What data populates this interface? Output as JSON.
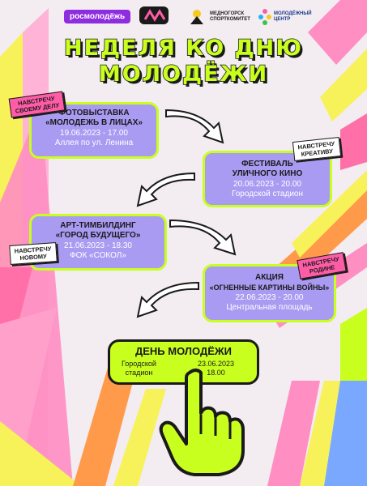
{
  "logos": {
    "rosmolodezh": "росмолодёжь",
    "sport_line1": "МЕДНОГОРСК",
    "sport_line2": "СПОРТКОМИТЕТ",
    "center_line1": "МОЛОДЁЖНЫЙ",
    "center_line2": "ЦЕНТР"
  },
  "title": {
    "line1": "НЕДЕЛЯ КО ДНЮ",
    "line2": "МОЛОДЁЖИ"
  },
  "events": [
    {
      "title_line1": "ФОТОВЫСТАВКА",
      "title_line2": "«МОЛОДЕЖЬ В ЛИЦАХ»",
      "datetime": "19.06.2023 - 17.00",
      "place": "Аллея по ул. Ленина"
    },
    {
      "title_line1": "ФЕСТИВАЛЬ",
      "title_line2": "УЛИЧНОГО КИНО",
      "datetime": "20.06.2023 - 20.00",
      "place": "Городской стадион"
    },
    {
      "title_line1": "АРТ-ТИМБИЛДИНГ",
      "title_line2": "«ГОРОД БУДУЩЕГО»",
      "datetime": "21.06.2023 - 18.30",
      "place": "ФОК «СОКОЛ»"
    },
    {
      "title_line1": "АКЦИЯ",
      "title_line2": "«ОГНЕННЫЕ КАРТИНЫ ВОЙНЫ»",
      "datetime": "22.06.2023 - 20.00",
      "place": "Центральная площадь"
    }
  ],
  "stickers": [
    {
      "line1": "НАВСТРЕЧУ",
      "line2": "СВОЕМУ ДЕЛУ"
    },
    {
      "line1": "НАВСТРЕЧУ",
      "line2": "КРЕАТИВУ"
    },
    {
      "line1": "НАВСТРЕЧУ",
      "line2": "НОВОМУ"
    },
    {
      "line1": "НАВСТРЕЧУ",
      "line2": "РОДИНЕ"
    }
  ],
  "final": {
    "title": "ДЕНЬ МОЛОДЁЖИ",
    "place_line1": "Городской",
    "place_line2": "стадион",
    "date": "23.06.2023",
    "time": "18.00"
  },
  "colors": {
    "lime": "#c9ff1e",
    "lavender": "#a99bf2",
    "pink": "#ff5ca8",
    "yellow": "#f7f25a",
    "orange": "#ff9a4a",
    "purple": "#8e2ce0"
  }
}
